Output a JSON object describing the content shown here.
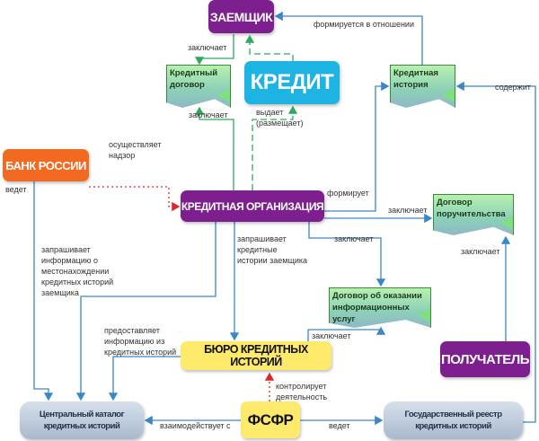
{
  "nodes": {
    "borrower": "ЗАЕМЩИК",
    "credit": "КРЕДИТ",
    "credit_contract": "Кредитный договор",
    "credit_history": "Кредитная история",
    "bank_of_russia": "БАНК РОССИИ",
    "credit_org": "КРЕДИТНАЯ ОРГАНИЗАЦИЯ",
    "guarantee_contract": "Договор поручительства",
    "info_services_contract": "Договор об оказании информационных услуг",
    "bureau": "БЮРО КРЕДИТНЫХ ИСТОРИЙ",
    "recipient": "ПОЛУЧАТЕЛЬ",
    "central_catalog": "Центральный каталог кредитных историй",
    "fsfr": "ФСФР",
    "state_registry": "Государственный реестр кредитных историй"
  },
  "labels": {
    "formed_regarding": "формируется в отношении",
    "concludes_1": "заключает",
    "concludes_2": "заключает",
    "issues": "выдает\n(размещает)",
    "contains": "содержит",
    "supervises": "осуществляет\nнадзор",
    "maintains_1": "ведет",
    "forms": "формирует",
    "concludes_3": "заключает",
    "requests_location": "запрашивает\nинформацию о\nместонахождении\nкредитных историй\nзаемщика",
    "requests_histories": "запрашивает\nкредитные\nистории заемщика",
    "concludes_4": "заключает",
    "concludes_5": "заключает",
    "provides_info": "предоставляет\nинформацию из\nкредитных историй",
    "concludes_6": "заключает",
    "controls": "контролирует\nдеятельность",
    "interacts": "взаимодействует с",
    "maintains_2": "ведет"
  },
  "colors": {
    "purple": "#7d1f8e",
    "cyan": "#1db4e3",
    "orange": "#f26a21",
    "yellow": "#fde96a",
    "green": "#3cb371",
    "blue": "#3a87c7",
    "red": "#e0262b"
  }
}
